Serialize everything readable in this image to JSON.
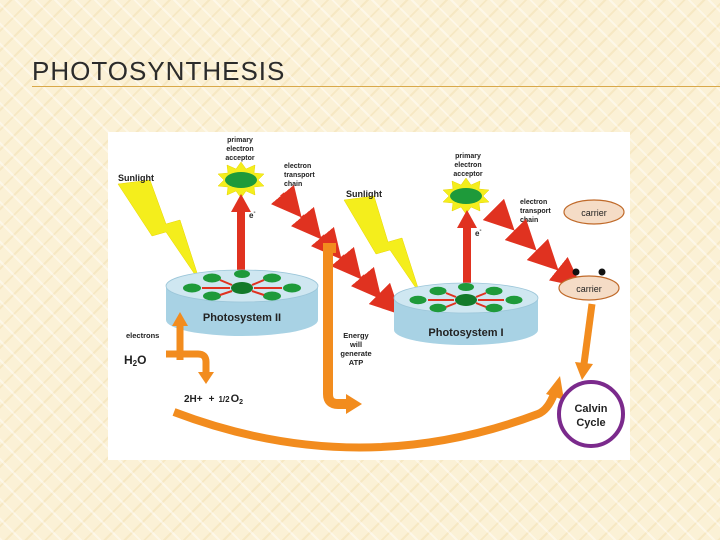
{
  "slide": {
    "title": "PHOTOSYNTHESIS"
  },
  "diagram": {
    "sunlight_label_1": "Sunlight",
    "sunlight_label_2": "Sunlight",
    "primary_electron_acceptor_1": [
      "primary",
      "electron",
      "acceptor"
    ],
    "primary_electron_acceptor_2": [
      "primary",
      "electron",
      "acceptor"
    ],
    "electron_transport_chain_1": [
      "electron",
      "transport",
      "chain"
    ],
    "electron_transport_chain_2": [
      "electron",
      "transport",
      "chain"
    ],
    "electron_symbol_1": "e",
    "electron_symbol_2": "e",
    "electron_charge": "-",
    "photosystem_2": "Photosystem II",
    "photosystem_1": "Photosystem I",
    "electrons_label": "electrons",
    "water": {
      "h": "H",
      "sub": "2",
      "o": "O"
    },
    "products": {
      "proton": "2H+",
      "plus": "+",
      "half": "1/2",
      "oxygen": "O",
      "oxygen_sub": "2"
    },
    "energy_label": [
      "Energy",
      "will",
      "generate",
      "ATP"
    ],
    "carrier_1": "carrier",
    "carrier_2": "carrier",
    "calvin_cycle": [
      "Calvin",
      "Cycle"
    ],
    "colors": {
      "sun_yellow": "#f4ee1c",
      "arrow_red": "#e03220",
      "flow_orange": "#f28c1e",
      "acceptor_green": "#1e9a3a",
      "disk_blue": "#b8dbe9",
      "carrier_fill": "#f5dcc6",
      "calvin_purple": "#7b2a8c"
    }
  }
}
